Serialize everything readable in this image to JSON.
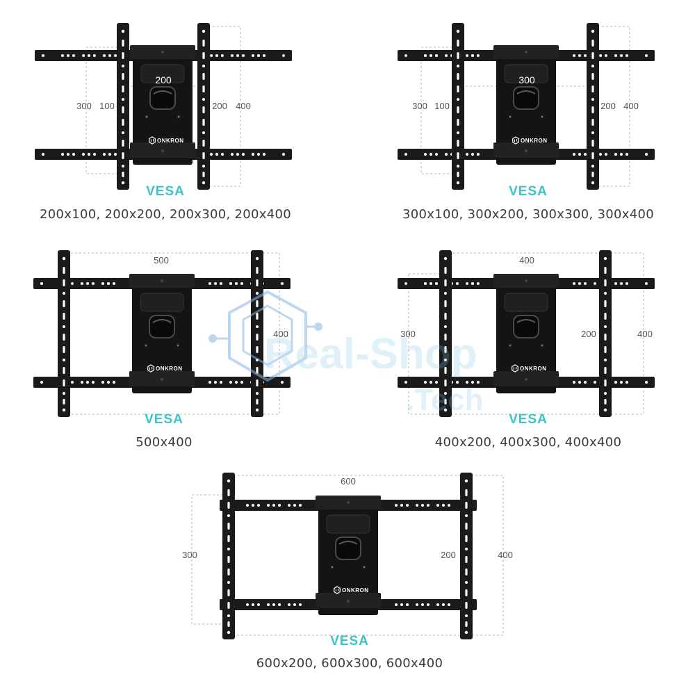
{
  "brand": "ONKRON",
  "colors": {
    "accent": "#3cc3c8",
    "mount": "#1b1b1b",
    "text": "#3a3a3a",
    "dim": "#555555",
    "watermark": "#7fc4e4"
  },
  "panels": [
    {
      "vesa_label": "VESA",
      "sizes": "200x100, 200x200, 200x300, 200x400",
      "dimensions": {
        "top_center": "200",
        "left_outer": "300",
        "left_inner": "100",
        "right_inner": "200",
        "right_outer": "400"
      }
    },
    {
      "vesa_label": "VESA",
      "sizes": "300x100, 300x200, 300x300, 300x400",
      "dimensions": {
        "top_center": "300",
        "left_outer": "300",
        "left_inner": "100",
        "right_inner": "200",
        "right_outer": "400"
      }
    },
    {
      "vesa_label": "VESA",
      "sizes": "500x400",
      "dimensions": {
        "top": "500",
        "right": "400"
      }
    },
    {
      "vesa_label": "VESA",
      "sizes": "400x200, 400x300, 400x400",
      "dimensions": {
        "top": "400",
        "left": "300",
        "right_inner": "200",
        "right_outer": "400"
      }
    },
    {
      "vesa_label": "VESA",
      "sizes": "600x200, 600x300, 600x400",
      "dimensions": {
        "top": "600",
        "left": "300",
        "right_inner": "200",
        "right_outer": "400"
      }
    }
  ],
  "watermark": {
    "line1": "Real-Shop",
    "line2": ".Tech"
  }
}
